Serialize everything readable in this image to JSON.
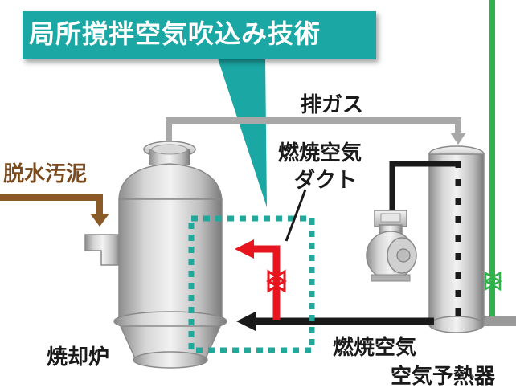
{
  "title": "局所撹拌空気吹込み技術",
  "labels": {
    "exhaust_gas": "排ガス",
    "dewatered_sludge": "脱水汚泥",
    "combustion_air_duct_line1": "燃焼空気",
    "combustion_air_duct_line2": "ダクト",
    "combustion_air": "燃焼空気",
    "incinerator": "焼却炉",
    "air_preheater": "空気予熱器"
  },
  "colors": {
    "banner": "#1ba7a3",
    "exhaust_line": "#a8a8a8",
    "sludge_arrow": "#8a5a28",
    "sludge_text": "#7a4a1c",
    "duct_red": "#e8141e",
    "dashed_box": "#22a89a",
    "green_pipe": "#2fb24a",
    "air_line": "#1a1a1a",
    "equipment_gray": "#c6c6c6"
  }
}
